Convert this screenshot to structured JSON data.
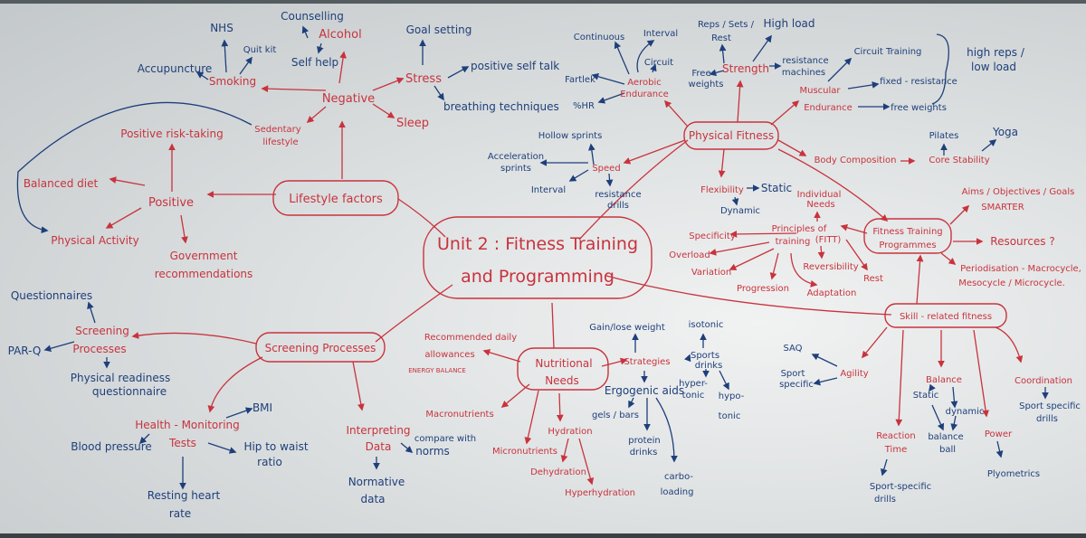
{
  "title": "Unit 2 : Fitness Training and Programming",
  "colors": {
    "red": "#c8333d",
    "blue": "#1e3f7a",
    "board": "#e3e6e7"
  },
  "center": {
    "line1": "Unit 2 : Fitness Training",
    "line2": "and Programming"
  },
  "lifestyle": {
    "hub": "Lifestyle factors",
    "negative": {
      "label": "Negative",
      "alcohol": {
        "label": "Alcohol",
        "children": [
          "Counselling",
          "Self help"
        ]
      },
      "smoking": {
        "label": "Smoking",
        "children": [
          "NHS",
          "Quit kit",
          "Accupuncture"
        ]
      },
      "stress": {
        "label": "Stress",
        "children": [
          "Goal setting",
          "positive self talk",
          "breathing techniques"
        ]
      },
      "sleep": "Sleep",
      "sedentary": {
        "line1": "Sedentary",
        "line2": "lifestyle"
      }
    },
    "positive": {
      "label": "Positive",
      "children": [
        "Positive risk-taking",
        "Balanced diet",
        "Physical Activity"
      ],
      "gov": {
        "line1": "Government",
        "line2": "recommendations"
      }
    }
  },
  "physical_fitness": {
    "hub": "Physical Fitness",
    "aerobic": {
      "line1": "Aerobic",
      "line2": "Endurance",
      "children": [
        "Continuous",
        "Interval",
        "Circuit",
        "Fartlek",
        "%HR"
      ]
    },
    "strength": {
      "label": "Strength",
      "reps": "Reps / Sets /",
      "rest": "Rest",
      "high_load": "High load",
      "free1": "Free",
      "free2": "weights",
      "res1": "resistance",
      "res2": "machines"
    },
    "muscular": {
      "line1": "Muscular",
      "line2": "Endurance",
      "children": [
        "Circuit Training",
        "fixed - resistance",
        "free weights"
      ],
      "note1": "high reps /",
      "note2": "low load"
    },
    "body_comp": "Body Composition",
    "core": {
      "label": "Core Stability",
      "children": [
        "Pilates",
        "Yoga"
      ]
    },
    "speed": {
      "label": "Speed",
      "hollow": "Hollow sprints",
      "accel1": "Acceleration",
      "accel2": "sprints",
      "interval": "Interval",
      "res1": "resistance",
      "res2": "drills"
    },
    "flexibility": {
      "label": "Flexibility",
      "children": [
        "Static",
        "Dynamic"
      ]
    }
  },
  "principles": {
    "line1": "Principles of",
    "line2": "training",
    "fitt": "(FITT)",
    "indiv1": "Individual",
    "indiv2": "Needs",
    "children": [
      "Specificity",
      "Overload",
      "Variation",
      "Progression",
      "Adaptation",
      "Reversibility",
      "Rest"
    ]
  },
  "programmes": {
    "line1": "Fitness Training",
    "line2": "Programmes",
    "aims1": "Aims / Objectives / Goals",
    "aims2": "SMARTER",
    "resources": "Resources ?",
    "period1": "Periodisation - Macrocycle,",
    "period2": "Mesocycle / Microcycle."
  },
  "skill": {
    "hub": "Skill - related fitness",
    "agility": {
      "label": "Agility",
      "saq": "SAQ",
      "sport1": "Sport",
      "sport2": "specific"
    },
    "reaction": {
      "line1": "Reaction",
      "line2": "Time",
      "d1": "Sport-specific",
      "d2": "drills"
    },
    "balance": {
      "label": "Balance",
      "static": "Static",
      "dynamic": "dynamic",
      "ball1": "balance",
      "ball2": "ball"
    },
    "power": {
      "label": "Power",
      "child": "Plyometrics"
    },
    "coordination": {
      "label": "Coordination",
      "d1": "Sport specific",
      "d2": "drills"
    }
  },
  "screening": {
    "hub": "Screening Processes",
    "proc": {
      "line1": "Screening",
      "line2": "Processes",
      "quest": "Questionnaires",
      "parq": "PAR-Q",
      "pr1": "Physical readiness",
      "pr2": "questionnaire"
    },
    "health": {
      "line1": "Health - Monitoring",
      "line2": "Tests",
      "bmi": "BMI",
      "bp": "Blood pressure",
      "hip1": "Hip to waist",
      "hip2": "ratio",
      "rhr1": "Resting heart",
      "rhr2": "rate"
    },
    "interp": {
      "line1": "Interpreting",
      "line2": "Data",
      "cmp1": "compare with",
      "cmp2": "norms",
      "norm1": "Normative",
      "norm2": "data"
    }
  },
  "nutrition": {
    "line1": "Nutritional",
    "line2": "Needs",
    "rda1": "Recommended daily",
    "rda2": "allowances",
    "energy": "ENERGY BALANCE",
    "macro": "Macronutrients",
    "micro": "Micronutrients",
    "hydration": {
      "label": "Hydration",
      "children": [
        "Dehydration",
        "Hyperhydration"
      ]
    },
    "strategies": {
      "label": "Strategies",
      "gain": "Gain/lose weight",
      "ergo": "Ergogenic aids",
      "gels": "gels / bars",
      "prot1": "protein",
      "prot2": "drinks",
      "carb1": "carbo-",
      "carb2": "loading"
    },
    "sports": {
      "line1": "Sports",
      "line2": "drinks",
      "iso": "isotonic",
      "hyper1": "hyper-",
      "hyper2": "tonic",
      "hypo1": "hypo-",
      "hypo2": "tonic"
    }
  }
}
